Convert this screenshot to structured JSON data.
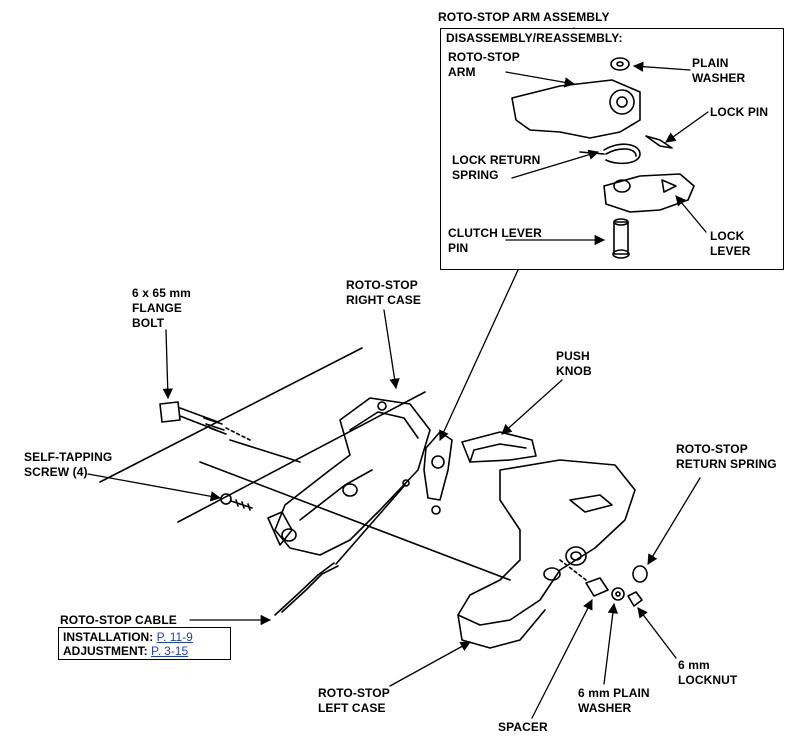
{
  "inset": {
    "title": "ROTO-STOP ARM ASSEMBLY",
    "subtitle": "DISASSEMBLY/REASSEMBLY:",
    "labels": {
      "arm": "ROTO-STOP\nARM",
      "plain_washer": "PLAIN\nWASHER",
      "lock_pin": "LOCK PIN",
      "lock_return_spring": "LOCK RETURN\nSPRING",
      "clutch_lever_pin": "CLUTCH LEVER\nPIN",
      "lock_lever": "LOCK\nLEVER"
    }
  },
  "labels": {
    "flange_bolt": "6 x 65 mm\nFLANGE\nBOLT",
    "right_case": "ROTO-STOP\nRIGHT CASE",
    "push_knob": "PUSH\nKNOB",
    "self_tapping": "SELF-TAPPING\nSCREW (4)",
    "return_spring": "ROTO-STOP\nRETURN SPRING",
    "cable": "ROTO-STOP CABLE",
    "locknut": "6 mm\nLOCKNUT",
    "plain_washer_6": "6 mm PLAIN\nWASHER",
    "left_case": "ROTO-STOP\nLEFT CASE",
    "spacer": "SPACER"
  },
  "reference": {
    "installation_label": "INSTALLATION:",
    "installation_link": "P. 11-9",
    "adjustment_label": "ADJUSTMENT:",
    "adjustment_link": "P. 3-15"
  },
  "colors": {
    "link": "#1a3fd6",
    "ink": "#000000"
  }
}
